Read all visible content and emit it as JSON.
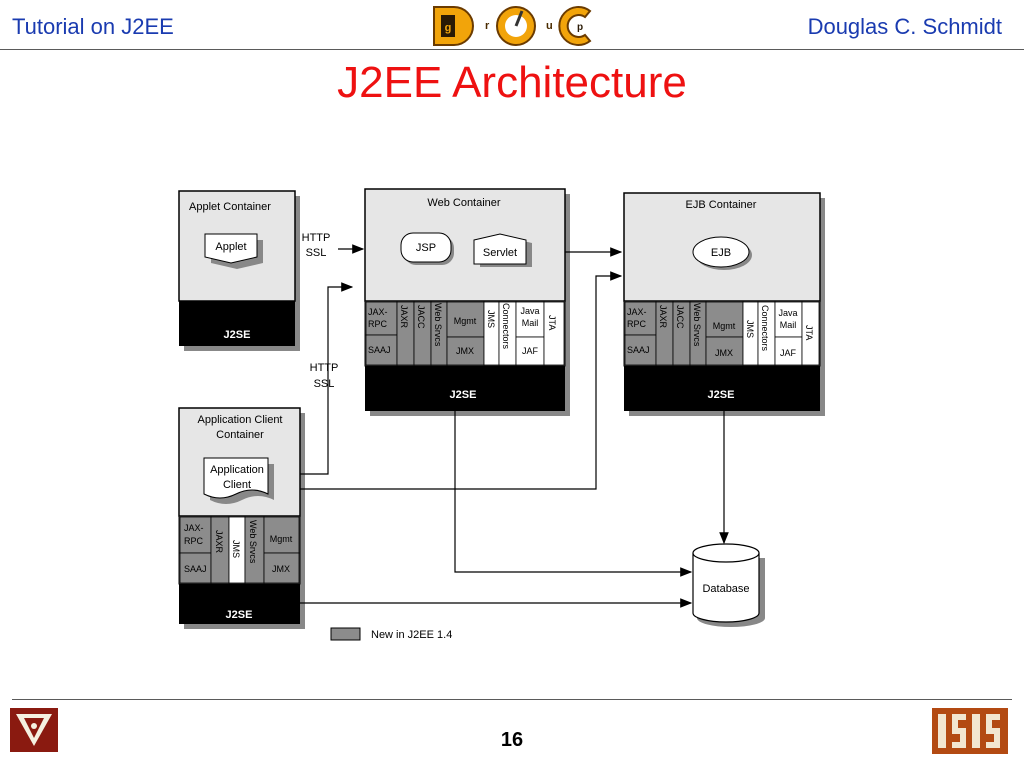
{
  "header": {
    "left_text": "Tutorial on J2EE",
    "right_text": "Douglas C. Schmidt",
    "logo_letters": [
      "D",
      "g",
      "r",
      "O",
      "u",
      "p",
      "C"
    ]
  },
  "title": "J2EE Architecture",
  "diagram": {
    "applet_container": {
      "title": "Applet Container",
      "component": "Applet",
      "base": "J2SE"
    },
    "web_container": {
      "title": "Web Container",
      "components": [
        "JSP",
        "Servlet"
      ],
      "services": [
        "JAX-",
        "RPC",
        "SAAJ",
        "JAXR",
        "JACC",
        "Web Srvcs",
        "Mgmt",
        "JMX",
        "JMS",
        "Connectors",
        "Java",
        "Mail",
        "JAF",
        "JTA"
      ],
      "base": "J2SE"
    },
    "ejb_container": {
      "title": "EJB Container",
      "component": "EJB",
      "services": [
        "JAX-",
        "RPC",
        "SAAJ",
        "JAXR",
        "JACC",
        "Web Srvcs",
        "Mgmt",
        "JMX",
        "JMS",
        "Connectors",
        "Java",
        "Mail",
        "JAF",
        "JTA"
      ],
      "base": "J2SE"
    },
    "app_client_container": {
      "title_line1": "Application Client",
      "title_line2": "Container",
      "component_line1": "Application",
      "component_line2": "Client",
      "services": [
        "JAX-",
        "RPC",
        "SAAJ",
        "JAXR",
        "JMS",
        "Web Srvcs",
        "Mgmt",
        "JMX"
      ],
      "base": "J2SE"
    },
    "protocol_top": [
      "HTTP",
      "SSL"
    ],
    "protocol_mid": [
      "HTTP",
      "SSL"
    ],
    "database": "Database",
    "legend": "New in J2EE 1.4",
    "colors": {
      "new_service": "#8c8c8c",
      "container_bg": "#e6e6e6",
      "base": "#000000"
    }
  },
  "footer": {
    "page_number": "16"
  }
}
